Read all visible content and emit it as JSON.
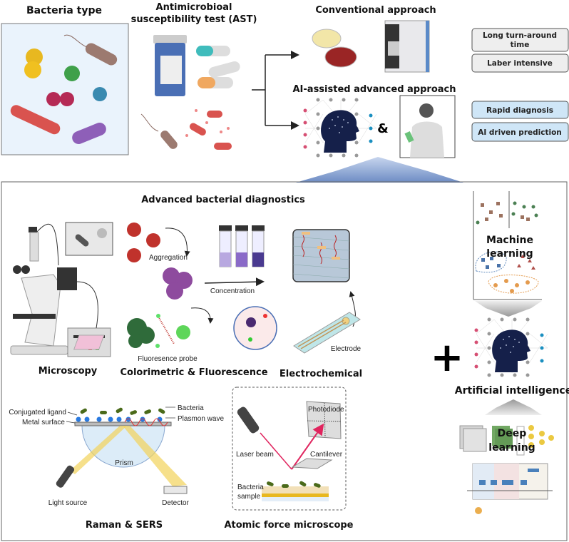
{
  "top": {
    "bacteria_type": "Bacteria type",
    "ast_title_line1": "Antimicrobioal",
    "ast_title_line2": "susceptibility test (AST)",
    "conventional_title": "Conventional approach",
    "ai_title": "AI-assisted advanced approach",
    "ampersand": "&",
    "conventional_drawbacks": [
      "Long turn-around",
      "time",
      "Laber intensive"
    ],
    "ai_benefits": [
      "Rapid diagnosis",
      "AI driven prediction"
    ]
  },
  "panel": {
    "title": "Advanced bacterial diagnostics",
    "microscopy": "Microscopy",
    "colorimetric": {
      "title": "Colorimetric & Fluorescence",
      "aggregation": "Aggregation",
      "concentration": "Concentration",
      "probe": "Fluoresence probe"
    },
    "electrochemical": {
      "title": "Electrochemical",
      "electrode": "Electrode"
    },
    "raman": {
      "title": "Raman & SERS",
      "ligand": "Conjugated ligand",
      "metal": "Metal surface",
      "bacteria": "Bacteria",
      "plasmon": "Plasmon wave",
      "prism": "Prism",
      "light": "Light source",
      "detector": "Detector"
    },
    "afm": {
      "title": "Atomic force microscope",
      "photodiode": "Photodiode",
      "laser": "Laser beam",
      "cantilever": "Cantilever",
      "sample_line1": "Bacteria",
      "sample_line2": "sample"
    },
    "plus": "+",
    "ai": {
      "ml_line1": "Machine",
      "ml_line2": "learning",
      "ai_title": "Artificial intelligence",
      "dl_line1": "Deep",
      "dl_line2": "learning"
    }
  },
  "colors": {
    "bacteria_bg": "#eaf3fc",
    "drawback_box": "#eeeeee",
    "benefit_box": "#cfe6f7",
    "brain": "#15204a",
    "arrow_blue": "#7f9ccc"
  }
}
